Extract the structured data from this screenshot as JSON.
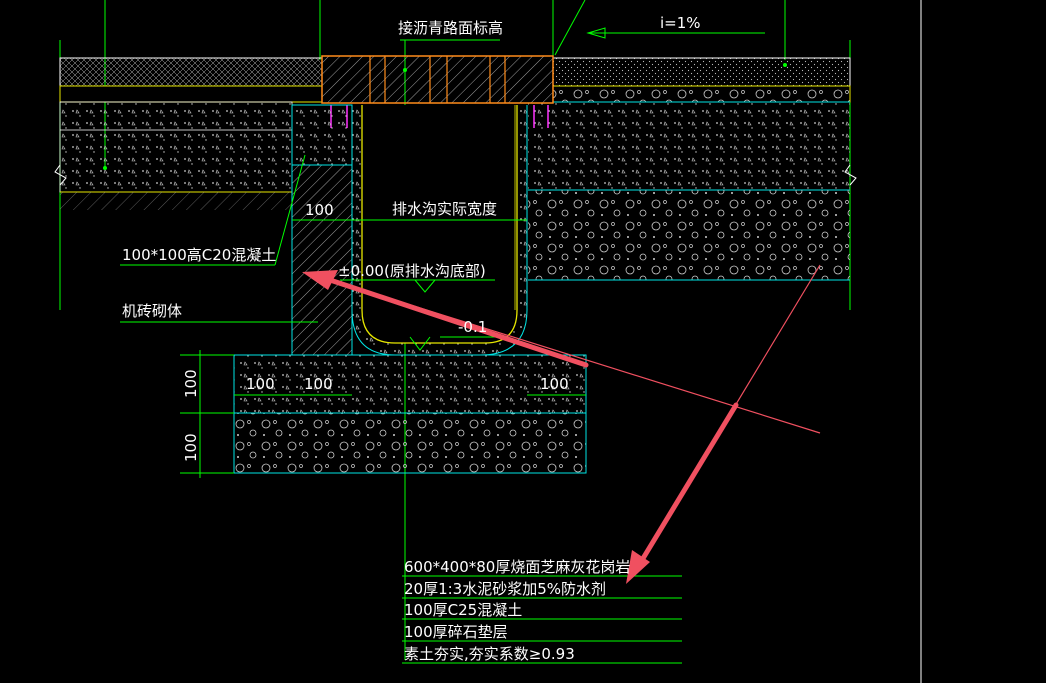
{
  "title": "接沥青路面标高",
  "slope": "i=1%",
  "channel": {
    "width_label": "排水沟实际宽度",
    "elevation": "±0.00(原排水沟底部)",
    "bottom_mark": "-0.1"
  },
  "callouts": {
    "concrete": "100*100高C20混凝土",
    "brick": "机砖砌体"
  },
  "dimensions": {
    "d100_top": "100",
    "d100_left1": "100",
    "d100_left2": "100",
    "d100_right": "100",
    "v100_top": "100",
    "v100_bottom": "100"
  },
  "layers": [
    "600*400*80厚烧面芝麻灰花岗岩",
    "20厚1:3水泥砂浆加5%防水剂",
    "100厚C25混凝土",
    "100厚碎石垫层",
    "素土夯实,夯实系数≥0.93"
  ],
  "colors": {
    "cyan": "#00e5e5",
    "green": "#00ff00",
    "yellow": "#e6e600",
    "orange": "#ff8c1a",
    "magenta": "#ff33ff",
    "annotation_red": "#f05060"
  }
}
